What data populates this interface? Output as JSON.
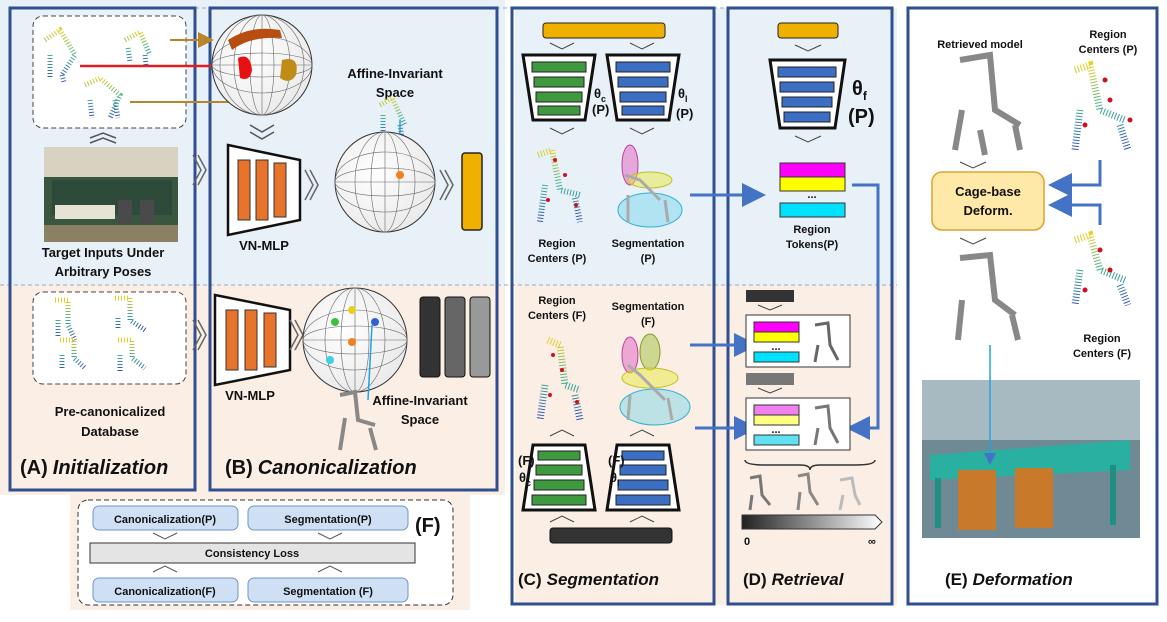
{
  "panels": {
    "a": {
      "caption_letter": "(A)",
      "caption_title": "Initialization",
      "target_label_1": "Target Inputs Under",
      "target_label_2": "Arbitrary Poses",
      "db_label_1": "Pre-canonicalized",
      "db_label_2": "Database"
    },
    "b": {
      "caption_letter": "(B)",
      "caption_title": "Canonicalization",
      "vn_mlp_top": "VN-MLP",
      "vn_mlp_bottom": "VN-MLP",
      "space_top_1": "Affine-Invariant",
      "space_top_2": "Space",
      "space_bottom_1": "Affine-Invariant",
      "space_bottom_2": "Space"
    },
    "c": {
      "caption_letter": "(C)",
      "caption_title": "Segmentation",
      "theta_c_top": "θ",
      "theta_c_sub": "c",
      "theta_l_top": "θ",
      "theta_l_sub": "l",
      "p_tag": "(P)",
      "region_centers_p_1": "Region",
      "region_centers_p_2": "Centers (P)",
      "segmentation_p_1": "Segmentation",
      "segmentation_p_2": "(P)",
      "region_centers_f_1": "Region",
      "region_centers_f_2": "Centers (F)",
      "segmentation_f_1": "Segmentation",
      "segmentation_f_2": "(F)",
      "f_tag": "(F)"
    },
    "d": {
      "caption_letter": "(D)",
      "caption_title": "Retrieval",
      "theta_f": "θ",
      "theta_f_sub": "f",
      "p_tag": "(P)",
      "tokens_1": "Region",
      "tokens_2": "Tokens(P)",
      "dots": "...",
      "scale_min": "0",
      "scale_max": "∞"
    },
    "e": {
      "caption_letter": "(E)",
      "caption_title": "Deformation",
      "retrieved_model": "Retrieved model",
      "region_centers_p_1": "Region",
      "region_centers_p_2": "Centers (P)",
      "cage_1": "Cage-base",
      "cage_2": "Deform.",
      "region_centers_f_1": "Region",
      "region_centers_f_2": "Centers (F)"
    },
    "f": {
      "label": "(F)",
      "canon_p": "Canonicalization(P)",
      "seg_p": "Segmentation(P)",
      "consistency": "Consistency Loss",
      "canon_f": "Canonicalization(F)",
      "seg_f": "Segmentation (F)"
    }
  },
  "colors": {
    "panel_border": "#2f4f8f",
    "top_bg": "#e8f0f8",
    "bottom_bg": "#fbeee4",
    "orange_block": "#f0b000",
    "vn_orange": "#e8732a",
    "green_bar": "#3f9a3f",
    "blue_bar": "#3a6fc4",
    "arrow_blue": "#4472c4",
    "cage_fill": "#ffe9a8"
  },
  "icons": {
    "sphere": "wireframe-sphere-icon",
    "chair": "chair-pointcloud-icon",
    "arrow": "chevron-right-icon"
  }
}
